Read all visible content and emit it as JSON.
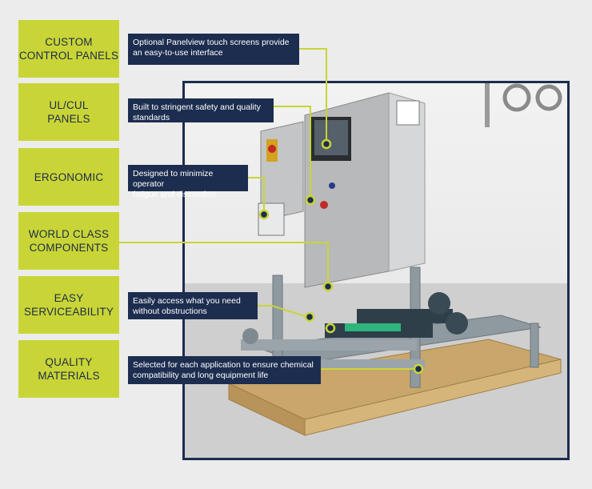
{
  "features": [
    {
      "label": "CUSTOM\nCONTROL PANELS",
      "description": "Optional Panelview touch screens provide\nan easy-to-use interface"
    },
    {
      "label": "UL/CUL\nPANELS",
      "description": "Built to stringent safety and quality\nstandards"
    },
    {
      "label": "ERGONOMIC",
      "description": "Designed to minimize operator\nfatigue and discomfort"
    },
    {
      "label": "WORLD CLASS\nCOMPONENTS",
      "description": ""
    },
    {
      "label": "EASY\nSERVICEABILITY",
      "description": "Easily access what you need\nwithout obstructions"
    },
    {
      "label": "QUALITY\nMATERIALS",
      "description": "Selected for each application to ensure chemical\ncompatibility and long equipment life"
    }
  ],
  "colors": {
    "label_bg": "#c9d536",
    "callout_bg": "#1c2d4f",
    "connector": "#c9d536"
  }
}
